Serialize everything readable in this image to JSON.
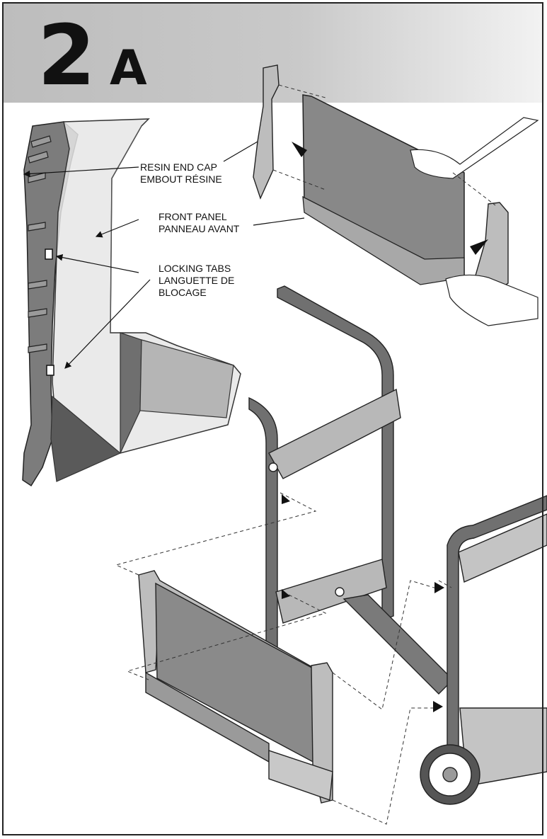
{
  "step": {
    "number": "2",
    "letter": "A"
  },
  "callouts": {
    "resin_end_cap": {
      "line1": "RESIN END CAP",
      "line2": "EMBOUT RÉSINE"
    },
    "front_panel": {
      "line1": "FRONT PANEL",
      "line2": "PANNEAU AVANT"
    },
    "locking_tabs": {
      "line1": "LOCKING TABS",
      "line2": "LANGUETTE DE",
      "line3": "BLOCAGE"
    }
  },
  "colors": {
    "banner_gray": "#c4c4c4",
    "panel_fill": "#8a8a8a",
    "tube_fill": "#707070",
    "cap_fill": "#bdbdbd"
  }
}
